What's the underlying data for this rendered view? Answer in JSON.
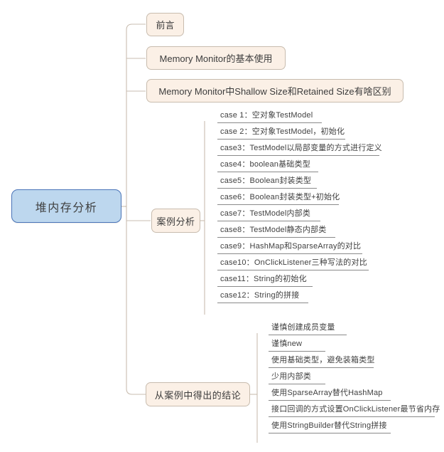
{
  "diagram": {
    "title": "堆内存分析",
    "type": "mindmap",
    "colors": {
      "root_fill": "#bdd7ee",
      "root_border": "#4a74b8",
      "branch_fill": "#fbf0e6",
      "branch_border": "#c8bcae",
      "connector": "#c9bdb0",
      "leaf_underline": "#8a8a8a",
      "text": "#3d3d3d",
      "background": "#ffffff"
    }
  },
  "root": {
    "label": "堆内存分析"
  },
  "branches": [
    {
      "label": "前言"
    },
    {
      "label": "Memory Monitor的基本使用"
    },
    {
      "label": "Memory Monitor中Shallow Size和Retained Size有啥区别"
    },
    {
      "label": "案例分析"
    },
    {
      "label": "从案例中得出的结论"
    }
  ],
  "cases": [
    {
      "label": "case 1：空对象TestModel"
    },
    {
      "label": "case 2：空对象TestModel，初始化"
    },
    {
      "label": "case3：TestModel以局部变量的方式进行定义"
    },
    {
      "label": "case4：boolean基础类型"
    },
    {
      "label": "case5：Boolean封装类型"
    },
    {
      "label": "case6：Boolean封装类型+初始化"
    },
    {
      "label": "case7：TestModel内部类"
    },
    {
      "label": "case8：TestModel静态内部类"
    },
    {
      "label": "case9：HashMap和SparseArray的对比"
    },
    {
      "label": "case10：OnClickListener三种写法的对比"
    },
    {
      "label": "case11：String的初始化"
    },
    {
      "label": "case12：String的拼接"
    }
  ],
  "conclusions": [
    {
      "label": "谨慎创建成员变量"
    },
    {
      "label": "谨慎new"
    },
    {
      "label": "使用基础类型，避免装箱类型"
    },
    {
      "label": "少用内部类"
    },
    {
      "label": "使用SparseArray替代HashMap"
    },
    {
      "label": "接口回调的方式设置OnClickListener最节省内存"
    },
    {
      "label": "使用StringBuilder替代String拼接"
    }
  ]
}
